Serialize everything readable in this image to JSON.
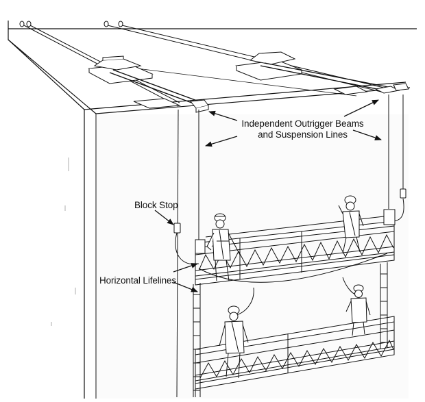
{
  "labels": {
    "outrigger_line1": "Independent Outrigger Beams",
    "outrigger_line2": "and Suspension Lines",
    "block_stop": "Block Stop",
    "horizontal_lifelines": "Horizontal Lifelines"
  },
  "colors": {
    "ink": "#111111",
    "paper": "#ffffff",
    "building_face": "#f6f6f6"
  }
}
